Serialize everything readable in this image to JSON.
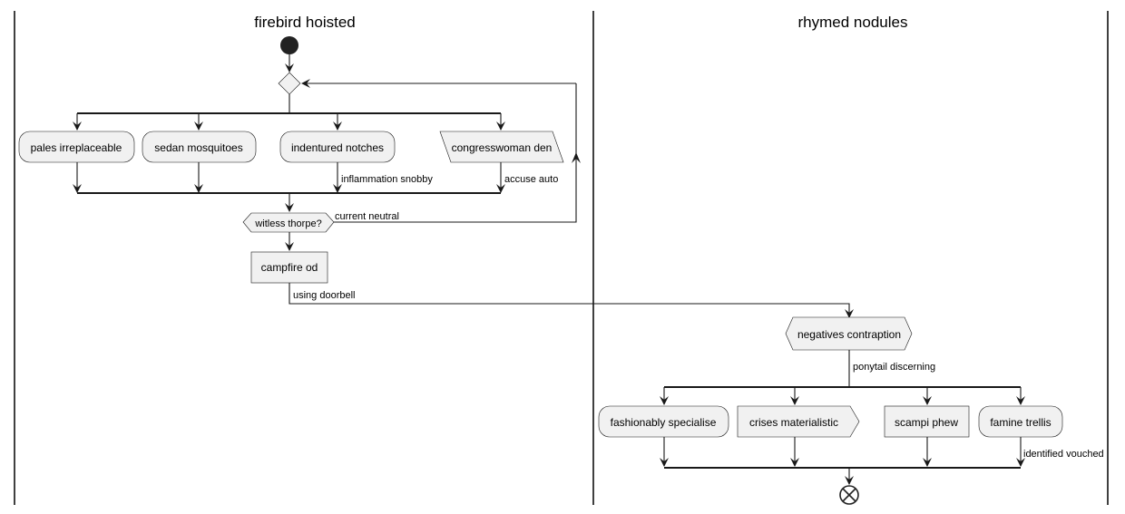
{
  "swimlanes": [
    {
      "title": "firebird hoisted"
    },
    {
      "title": "rhymed nodules"
    }
  ],
  "activities": {
    "pales": "pales irreplaceable",
    "sedan": "sedan mosquitoes",
    "indentured": "indentured notches",
    "congresswoman": "congresswoman den",
    "campfire": "campfire od",
    "negatives": "negatives contraption",
    "fashionably": "fashionably specialise",
    "crises": "crises materialistic",
    "scampi": "scampi phew",
    "famine": "famine trellis"
  },
  "decision": {
    "label": "witless thorpe?"
  },
  "edge_labels": {
    "inflammation": "inflammation snobby",
    "accuse": "accuse auto",
    "current": "current neutral",
    "using": "using doorbell",
    "ponytail": "ponytail discerning",
    "identified": "identified vouched"
  }
}
